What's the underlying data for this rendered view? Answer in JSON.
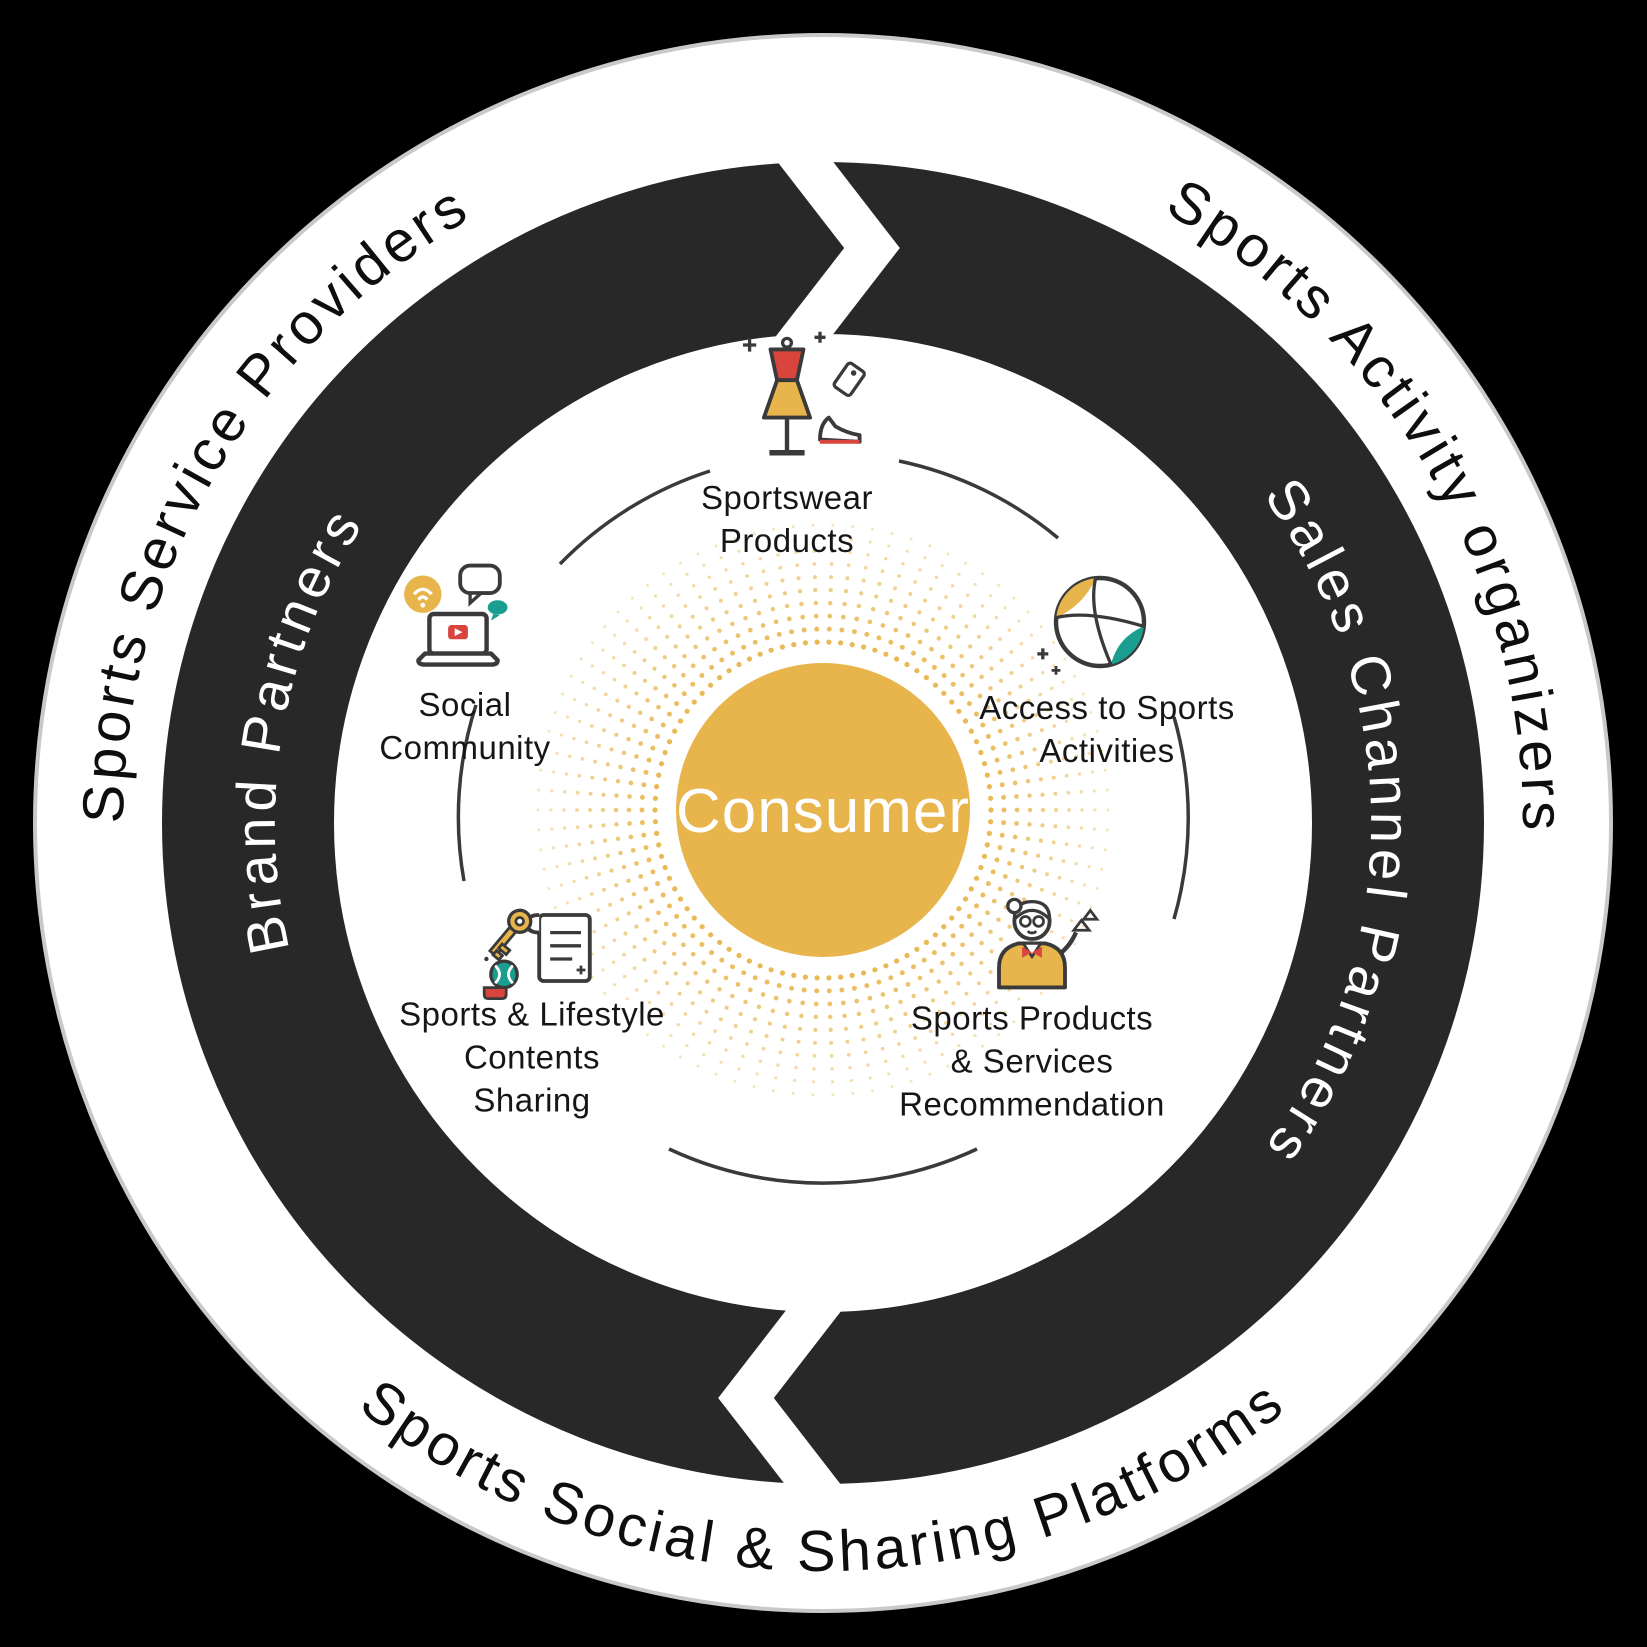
{
  "colors": {
    "background": "#000000",
    "ring_dark": "#282828",
    "gold": "#E8B54C",
    "red": "#D9453D",
    "teal": "#1A9E8F",
    "white": "#FFFFFF",
    "text_dark": "#161616"
  },
  "center": {
    "label": "Consumer"
  },
  "outer_ring": {
    "top_left": "Sports Service Providers",
    "top_right": "Sports Activity organizers",
    "bottom": "Sports Social & Sharing Platforms"
  },
  "middle_ring": {
    "left": "Brand Partners",
    "right": "Sales Channel Partners"
  },
  "items": [
    {
      "id": "sportswear",
      "icon": "sportswear-products-icon",
      "label": "Sportswear\nProducts"
    },
    {
      "id": "activities",
      "icon": "volleyball-icon",
      "label": "Access to Sports\nActivities"
    },
    {
      "id": "recommendation",
      "icon": "advisor-with-hangers-icon",
      "label": "Sports Products\n& Services\nRecommendation"
    },
    {
      "id": "sharing",
      "icon": "key-scroll-ball-icon",
      "label": "Sports & Lifestyle\nContents\nSharing"
    },
    {
      "id": "community",
      "icon": "laptop-chat-icon",
      "label": "Social\nCommunity"
    }
  ]
}
